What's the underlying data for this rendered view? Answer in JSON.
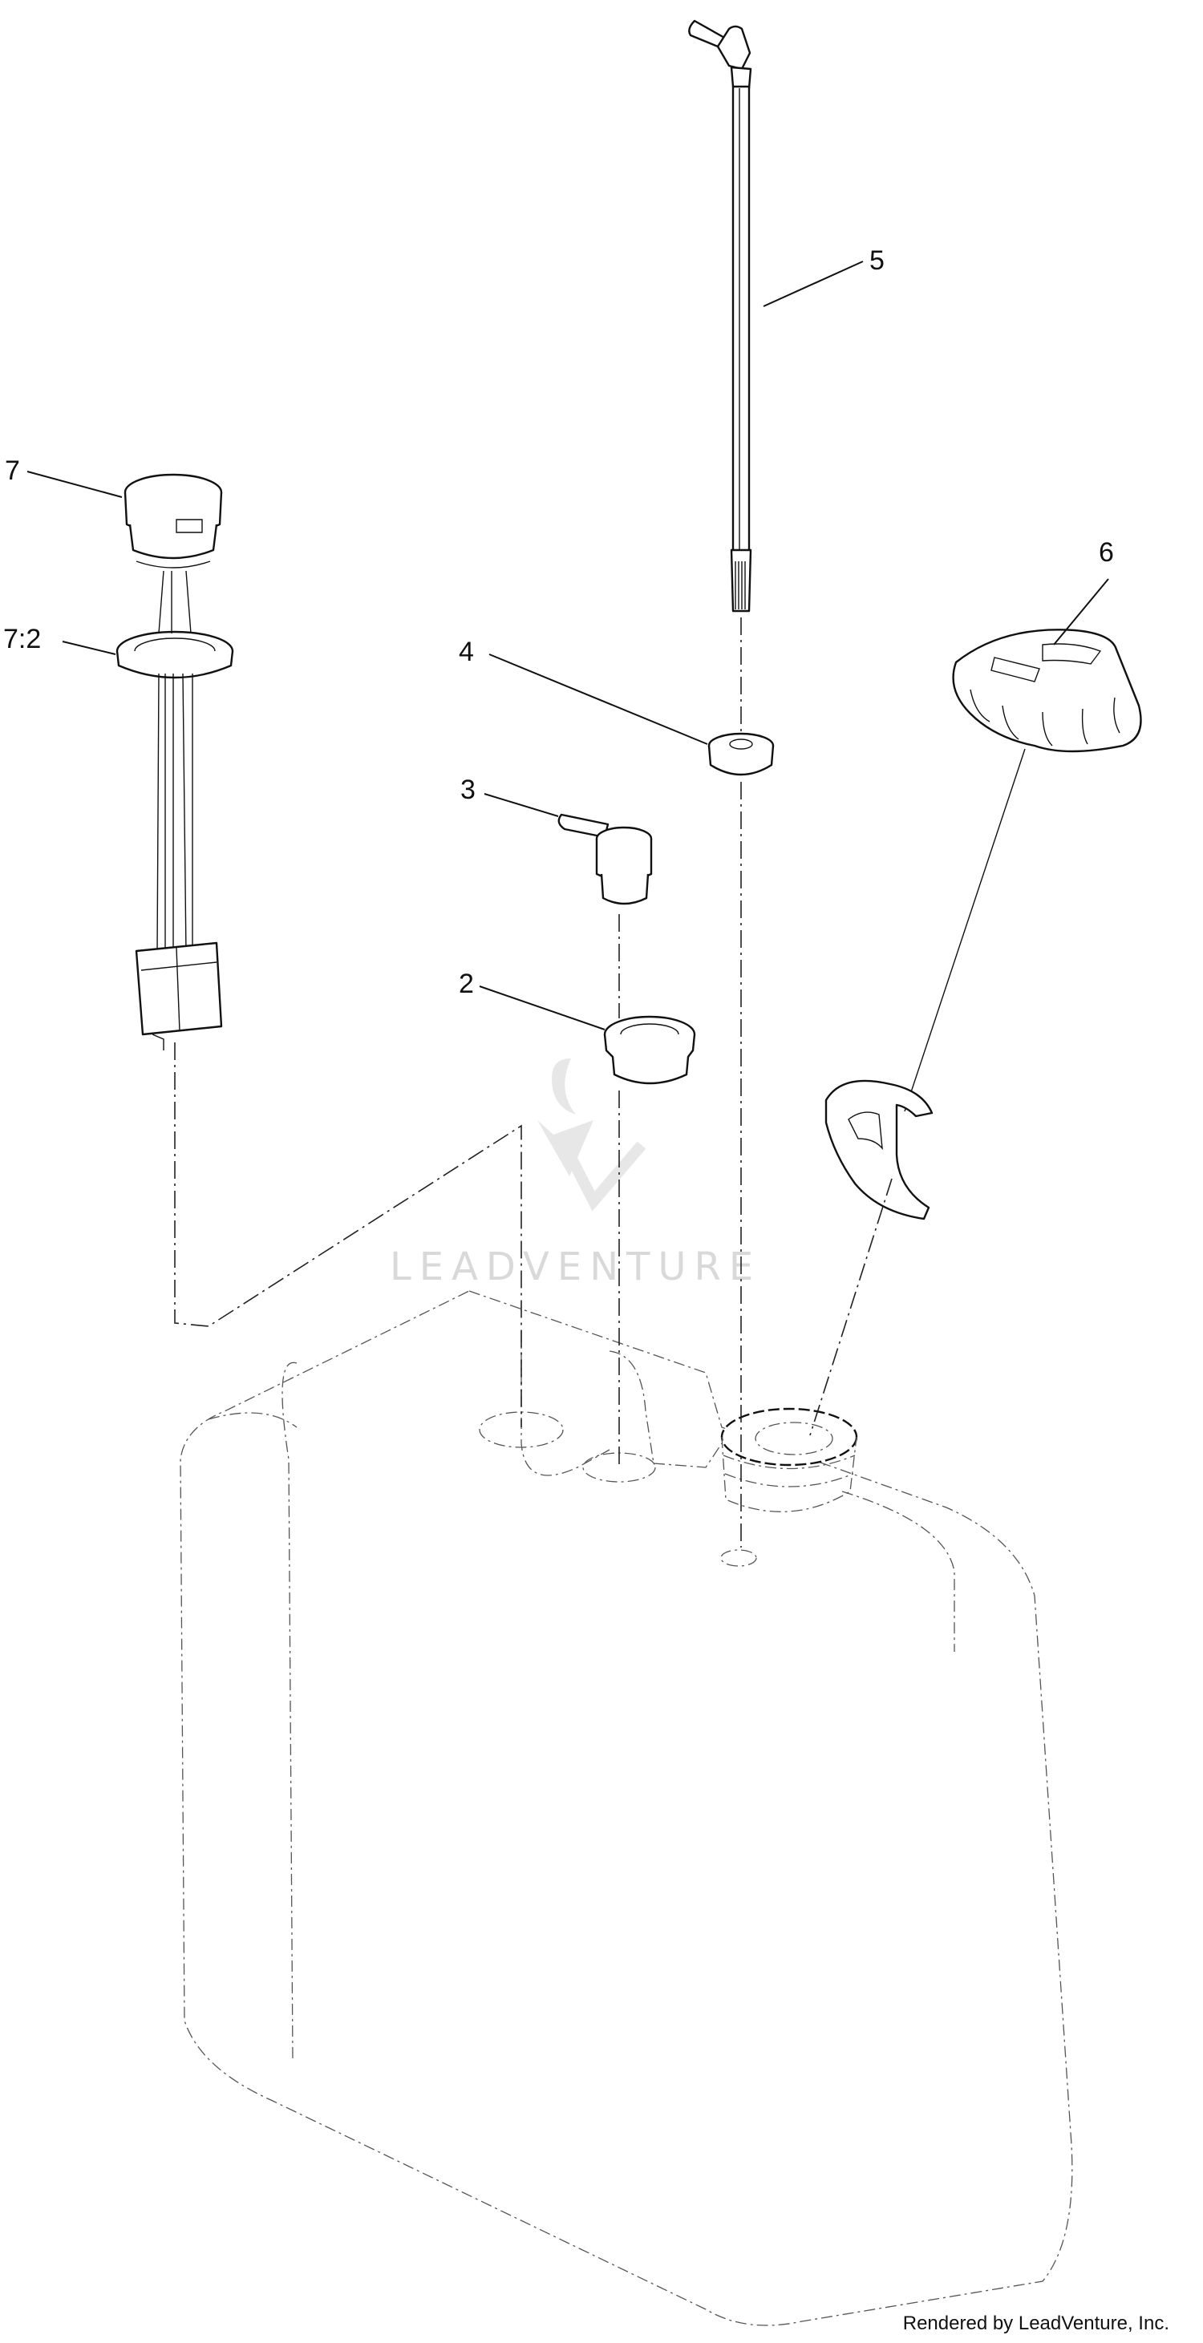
{
  "callouts": {
    "c2": "2",
    "c3": "3",
    "c4": "4",
    "c5": "5",
    "c6": "6",
    "c7": "7",
    "c7_2": "7:2"
  },
  "watermark": "LEADVENTURE",
  "footer": "Rendered by LeadVenture, Inc."
}
